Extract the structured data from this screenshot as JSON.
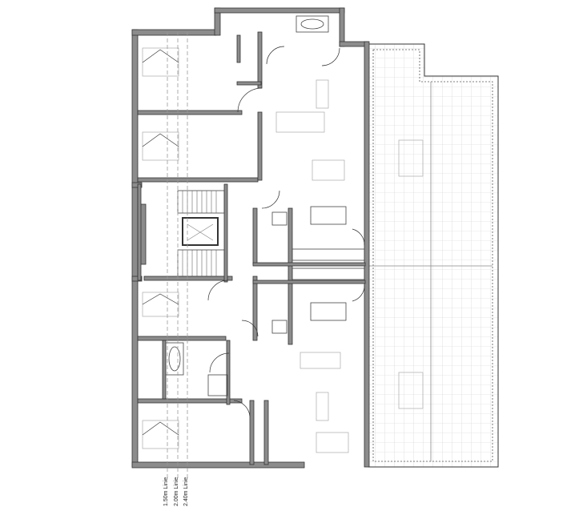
{
  "plan": {
    "height_lines": [
      {
        "label": "1.50m Linie"
      },
      {
        "label": "2.00m Linie"
      },
      {
        "label": "2.40m Linie"
      }
    ],
    "colors": {
      "wall": "#8c8c8c",
      "line": "#333333",
      "furniture": "#aaaaaa",
      "terrace_grid": "#c8c8c8"
    }
  }
}
